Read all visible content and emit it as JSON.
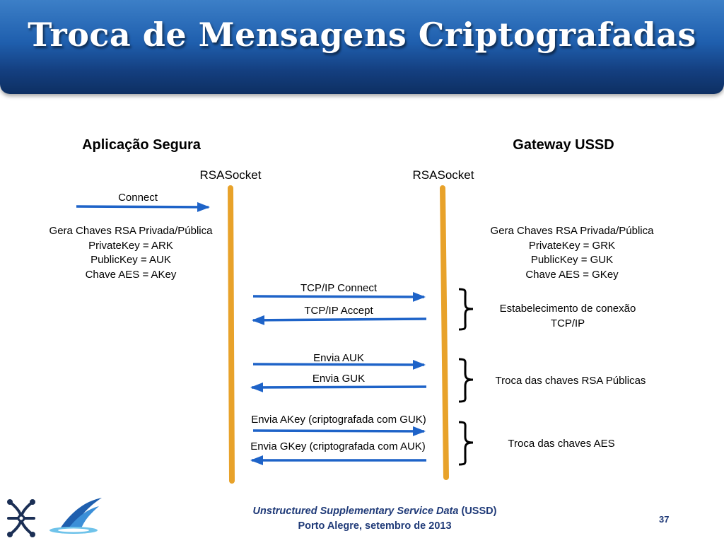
{
  "slide": {
    "title": "Troca de Mensagens Criptografadas",
    "page_number": "37"
  },
  "parties": {
    "left": {
      "name": "Aplicação Segura",
      "socket": "RSASocket"
    },
    "right": {
      "name": "Gateway USSD",
      "socket": "RSASocket"
    }
  },
  "messages": {
    "connect": "Connect",
    "tcp_connect": "TCP/IP Connect",
    "tcp_accept": "TCP/IP Accept",
    "send_auk": "Envia AUK",
    "send_guk": "Envia GUK",
    "send_akey": "Envia AKey (criptografada com GUK)",
    "send_gkey": "Envia GKey (criptografada com AUK)"
  },
  "left_keys": [
    "Gera Chaves RSA Privada/Pública",
    "PrivateKey = ARK",
    "PublicKey = AUK",
    "Chave AES = AKey"
  ],
  "right_keys": [
    "Gera Chaves RSA Privada/Pública",
    "PrivateKey = GRK",
    "PublicKey = GUK",
    "Chave AES = GKey"
  ],
  "phases": {
    "connection": [
      "Estabelecimento de conexão",
      "TCP/IP"
    ],
    "rsa_exchange": "Troca das chaves RSA Públicas",
    "aes_exchange": "Troca das chaves AES"
  },
  "footer": {
    "subtitle_italic": "Unstructured Supplementary Service Data",
    "subtitle_abbrev": " (USSD)",
    "location_date": "Porto Alegre, setembro de 2013"
  },
  "colors": {
    "header_blue": "#1f5fae",
    "lifeline_orange": "#e8a22a",
    "arrow_blue": "#1e63c8",
    "footer_text": "#1f3a78"
  }
}
